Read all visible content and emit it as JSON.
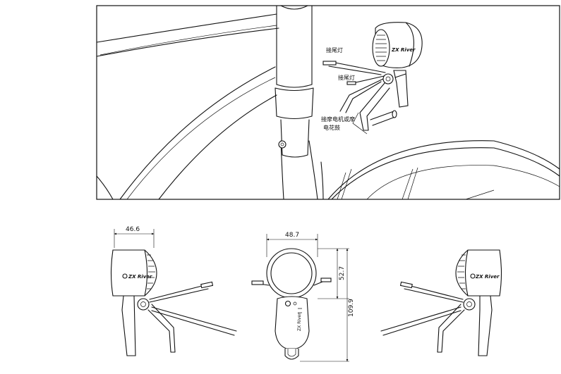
{
  "callouts": {
    "tail_light_top": "接尾灯",
    "tail_light_mid": "接尾灯",
    "motor_line1": "接摩电机或摩",
    "motor_line2": "电花鼓"
  },
  "brand": {
    "logo_text": "ZX River"
  },
  "dimensions": {
    "left_view_width": "46.6",
    "front_view_width": "48.7",
    "front_view_head_height": "52.7",
    "front_view_total_height": "109.9"
  }
}
